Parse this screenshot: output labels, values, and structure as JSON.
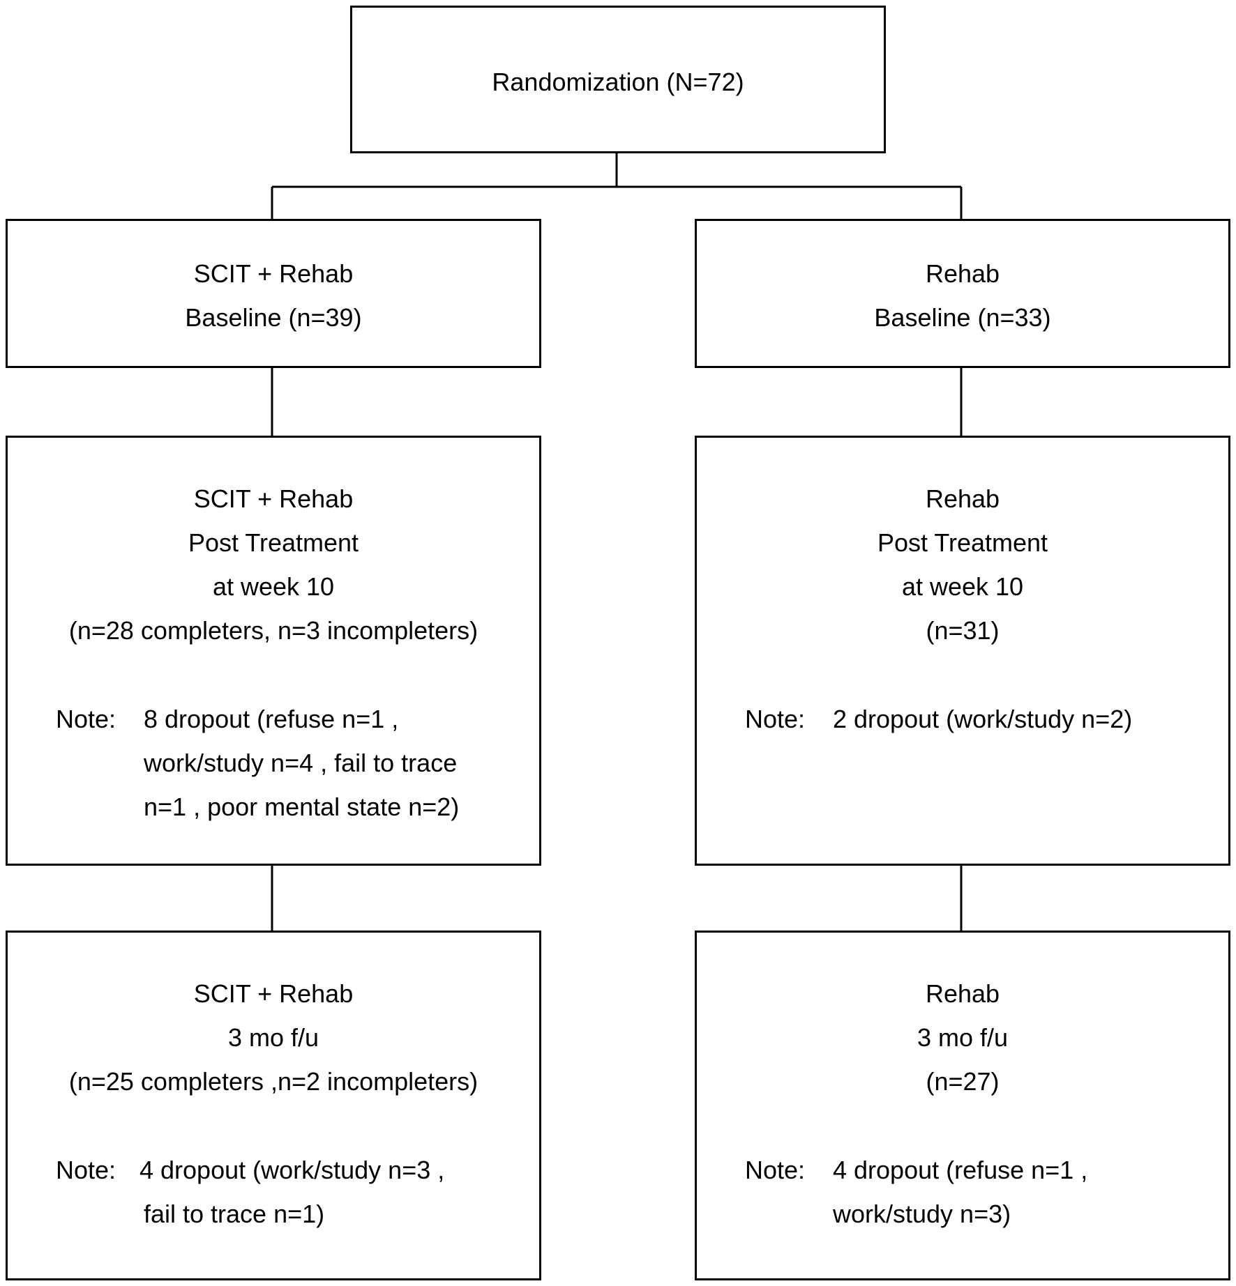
{
  "randomization": {
    "label": "Randomization (N=72)"
  },
  "left_arm": {
    "baseline": {
      "lines": [
        "SCIT + Rehab",
        "Baseline (n=39)"
      ]
    },
    "post": {
      "lines": [
        "SCIT + Rehab",
        "Post Treatment",
        "at week 10",
        "(n=28 completers, n=3 incompleters)"
      ],
      "note_label": "Note:",
      "note_lines": [
        "8 dropout (refuse n=1 ,",
        "work/study n=4 , fail to trace",
        "n=1 , poor mental state n=2)"
      ]
    },
    "followup": {
      "lines": [
        "SCIT + Rehab",
        "3 mo f/u",
        "(n=25 completers ,n=2 incompleters)"
      ],
      "note_label": "Note:",
      "note_lines": [
        "4 dropout (work/study n=3 ,",
        "fail to trace n=1)"
      ]
    }
  },
  "right_arm": {
    "baseline": {
      "lines": [
        "Rehab",
        "Baseline (n=33)"
      ]
    },
    "post": {
      "lines": [
        "Rehab",
        "Post Treatment",
        "at week 10",
        "(n=31)"
      ],
      "note_label": "Note:",
      "note_lines": [
        "2 dropout (work/study n=2)"
      ]
    },
    "followup": {
      "lines": [
        "Rehab",
        "3 mo f/u",
        "(n=27)"
      ],
      "note_label": "Note:",
      "note_lines": [
        "4 dropout (refuse n=1 ,",
        "work/study n=3)"
      ]
    }
  }
}
